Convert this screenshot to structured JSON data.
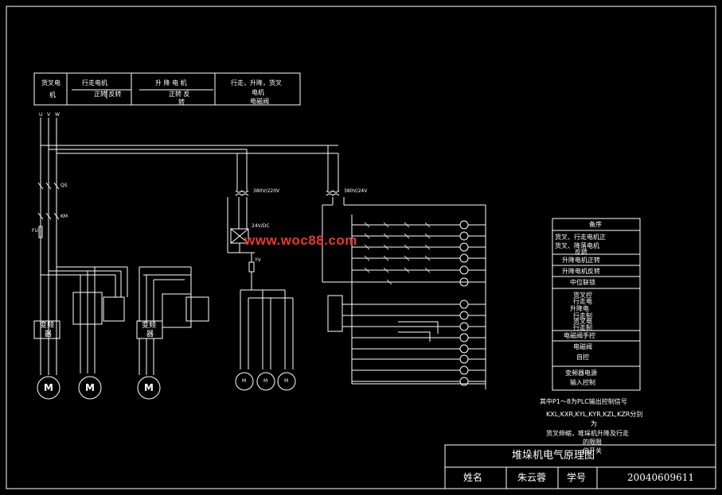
{
  "header_table": {
    "c1_line1": "货叉电",
    "c1_line2": "机",
    "c2_title": "行走电机",
    "c2_sub": "正转 反转",
    "c3_title": "升 降 电 机",
    "c3_sub_a": "正转  反",
    "c3_sub_b": "转",
    "c4_line1": "行走，升降，货叉",
    "c4_line2": "电机",
    "c4_line3": "电磁阀"
  },
  "phase_labels": [
    "U",
    "V",
    "W"
  ],
  "inverter_label_1": "变频",
  "inverter_label_1b": "器",
  "inverter_label_2": "变频",
  "inverter_label_2b": "器",
  "motor_symbol": "M",
  "legend": {
    "title": "备序",
    "items": [
      "货叉、行走电机正",
      "货叉、降落电机",
      "反转",
      "升降电机正转",
      "升降电机反转",
      "中位联锁",
      "货叉控",
      "行走电",
      "升降电",
      "行走制",
      "货叉电",
      "行走制",
      "电磁阀手控",
      "电磁阀",
      "自控",
      "变频器电源",
      "输入控制"
    ]
  },
  "notes": {
    "line1": "其中P1～8为PLC输出控制信号",
    "line2": "KXL,KXR,KYL,KYR,KZL,KZR分别",
    "line3": "为",
    "line4": "货叉伸缩，堆垛机升降及行走",
    "line5": "的限限",
    "line6": "位开关"
  },
  "title_block": {
    "title": "堆垛机电气原理图",
    "name_label": "姓名",
    "name_value": "朱云蓉",
    "id_label": "学号",
    "id_value": "20040609611"
  },
  "watermark": "www.woc88.com",
  "small_labels": {
    "qs": "QS",
    "km": "KM",
    "fu": "FU",
    "transformer": "380V/220V",
    "transformer2": "380V/24V",
    "rectifier": "24V/DC",
    "motor_small": "M",
    "coil": "YV"
  }
}
